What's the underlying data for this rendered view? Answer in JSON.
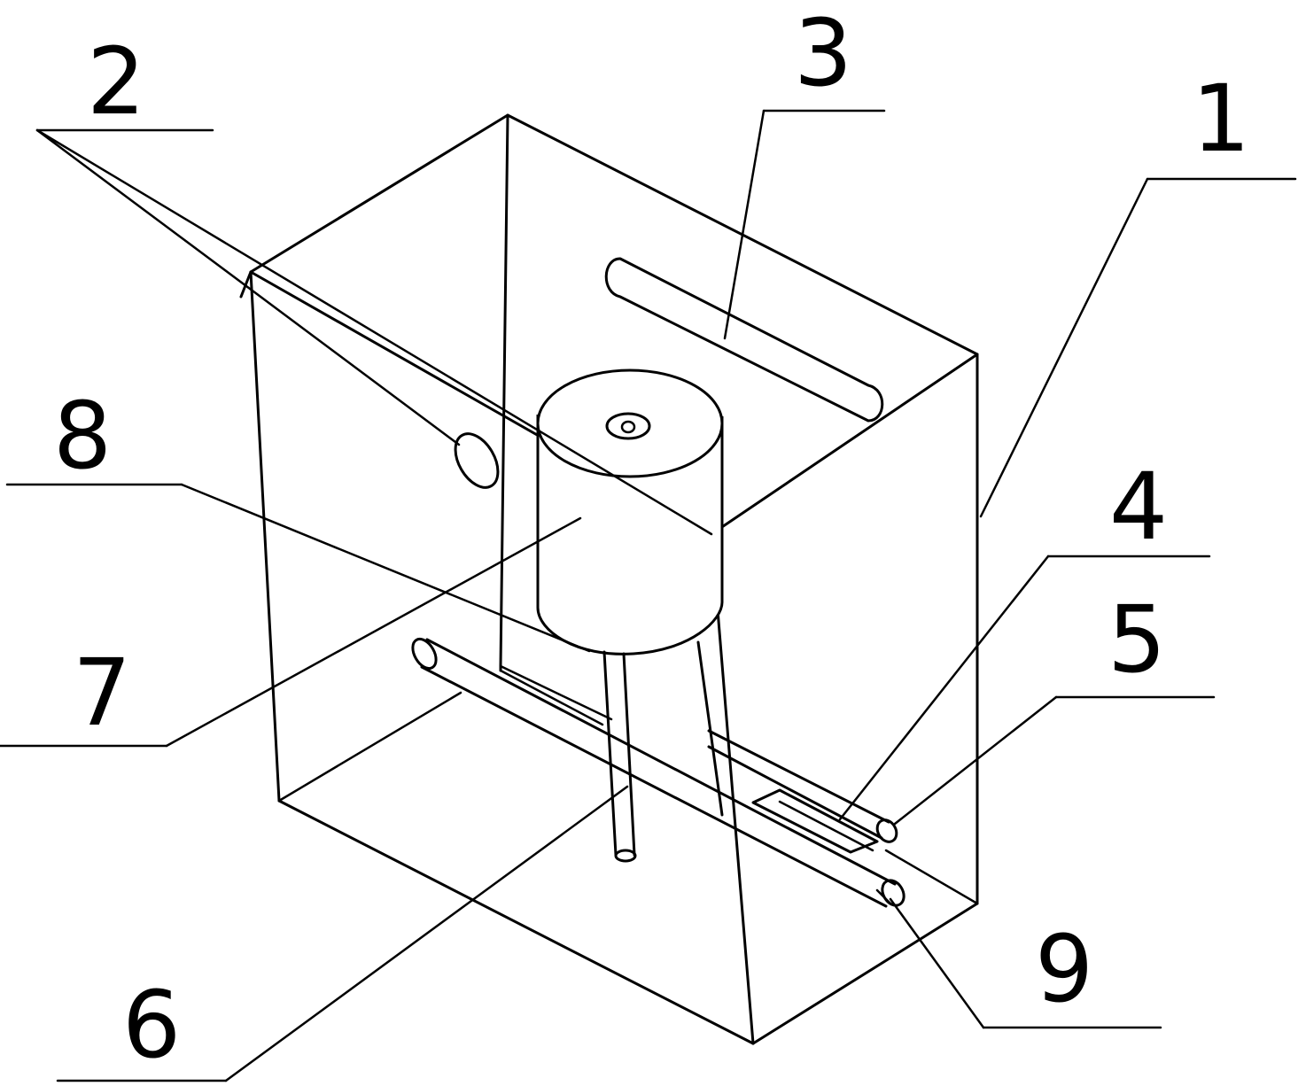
{
  "figure": {
    "callouts": [
      {
        "id": "2",
        "label": "2"
      },
      {
        "id": "3",
        "label": "3"
      },
      {
        "id": "1",
        "label": "1"
      },
      {
        "id": "8",
        "label": "8"
      },
      {
        "id": "4",
        "label": "4"
      },
      {
        "id": "5",
        "label": "5"
      },
      {
        "id": "7",
        "label": "7"
      },
      {
        "id": "9",
        "label": "9"
      },
      {
        "id": "6",
        "label": "6"
      }
    ]
  }
}
